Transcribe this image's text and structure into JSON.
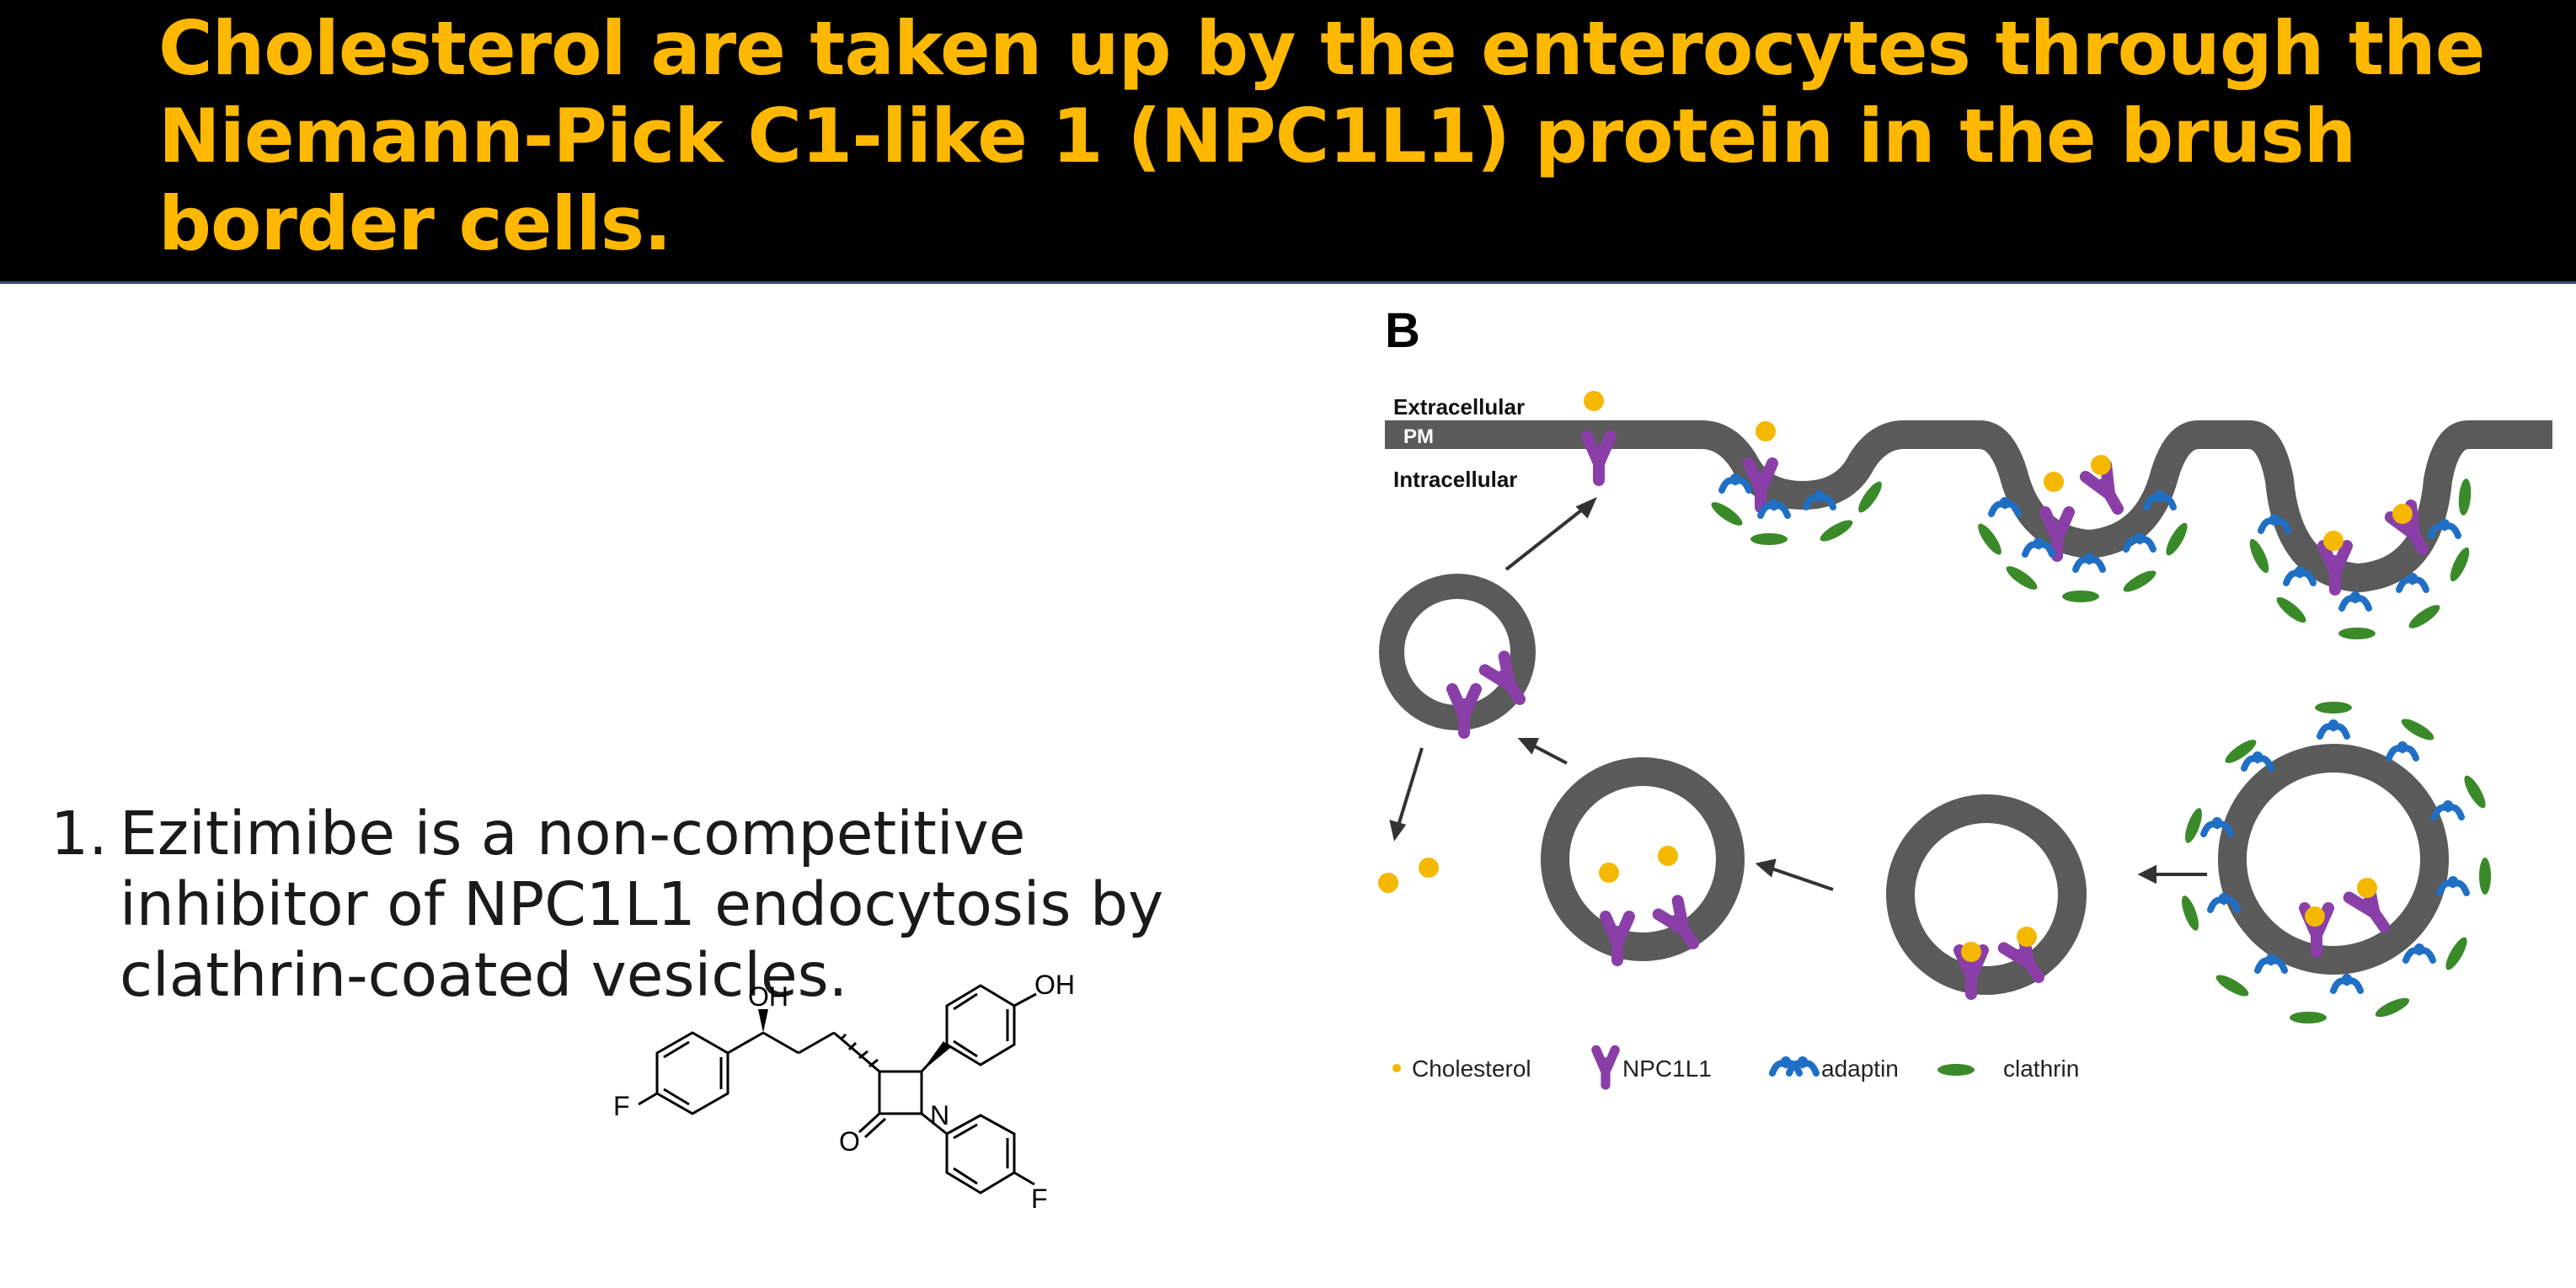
{
  "slide": {
    "title": "Cholesterol are taken up by the enterocytes through the Niemann-Pick C1-like 1 (NPC1L1) protein in the brush border cells.",
    "bullet_number": "1.",
    "bullet_text": "Ezitimibe is a non-competitive inhibitor of NPC1L1 endocytosis by clathrin-coated vesicles."
  },
  "molecule": {
    "labels": {
      "oh_top": "OH",
      "oh_right": "OH",
      "f_left": "F",
      "f_bottom": "F",
      "o": "O",
      "n": "N"
    }
  },
  "figure": {
    "panel_label": "B",
    "extracellular": "Extracellular",
    "pm": "PM",
    "intracellular": "Intracellular",
    "legend": [
      {
        "label": "Cholesterol",
        "icon": "cholesterol-dot-icon"
      },
      {
        "label": "NPC1L1",
        "icon": "npc1l1-protein-icon"
      },
      {
        "label": "adaptin",
        "icon": "adaptin-icon"
      },
      {
        "label": "clathrin",
        "icon": "clathrin-icon"
      }
    ],
    "colors": {
      "membrane": "#5a5a5a",
      "cholesterol": "#f5b800",
      "npc1l1": "#8a3fa8",
      "adaptin": "#1f6fc4",
      "clathrin": "#3a8a2a"
    }
  }
}
